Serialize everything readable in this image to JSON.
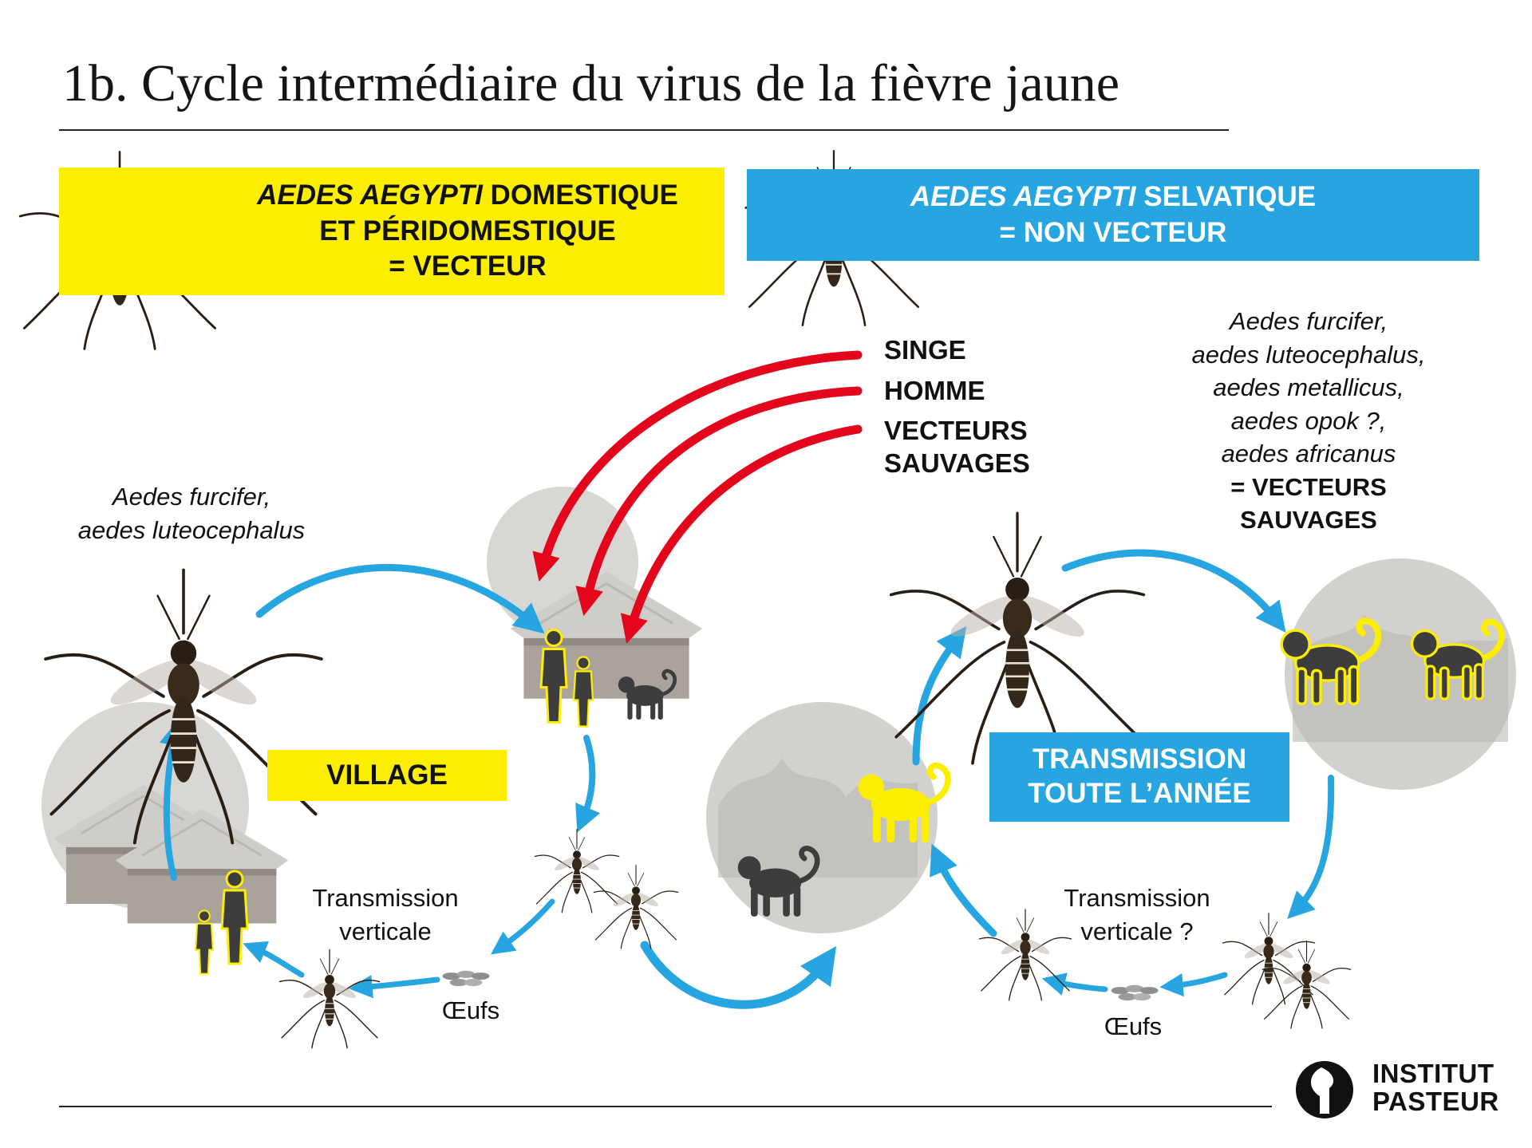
{
  "title": "1b. Cycle intermédiaire du virus de la fièvre jaune",
  "domestic_box": {
    "species": "AEDES AEGYPTI",
    "line1_rest": " DOMESTIQUE",
    "line2": "ET PÉRIDOMESTIQUE",
    "line3": "= VECTEUR",
    "color": "#fcee00"
  },
  "selvatic_box": {
    "species": "AEDES AEGYPTI",
    "line1_rest": " SELVATIQUE",
    "line2": "= NON VECTEUR",
    "color": "#27a5e0"
  },
  "hosts": [
    "SINGE",
    "HOMME",
    "VECTEURS",
    "SAUVAGES"
  ],
  "village_vectors": [
    "Aedes furcifer,",
    "aedes luteocephalus"
  ],
  "wild_vectors": [
    "Aedes furcifer,",
    "aedes luteocephalus,",
    "aedes metallicus,",
    "aedes opok ?,",
    "aedes africanus"
  ],
  "wild_vectors_label": [
    "= VECTEURS",
    "SAUVAGES"
  ],
  "village_label": "VILLAGE",
  "transmission_box": [
    "TRANSMISSION",
    "TOUTE L’ANNÉE"
  ],
  "vertical_village": [
    "Transmission",
    "verticale"
  ],
  "vertical_forest": [
    "Transmission",
    "verticale ?"
  ],
  "eggs_village": "Œufs",
  "eggs_forest": "Œufs",
  "logo": [
    "INSTITUT",
    "PASTEUR"
  ],
  "icons": [
    "mosquito-icon",
    "monkey-icon",
    "human-icon",
    "hut-icon",
    "forest-scene-icon",
    "egg-icon",
    "institut-pasteur-logo-icon"
  ],
  "colors": {
    "cycle_arrow": "#27a5e0",
    "introduction_arrow": "#e3051b",
    "highlight_yellow": "#fcee00"
  }
}
